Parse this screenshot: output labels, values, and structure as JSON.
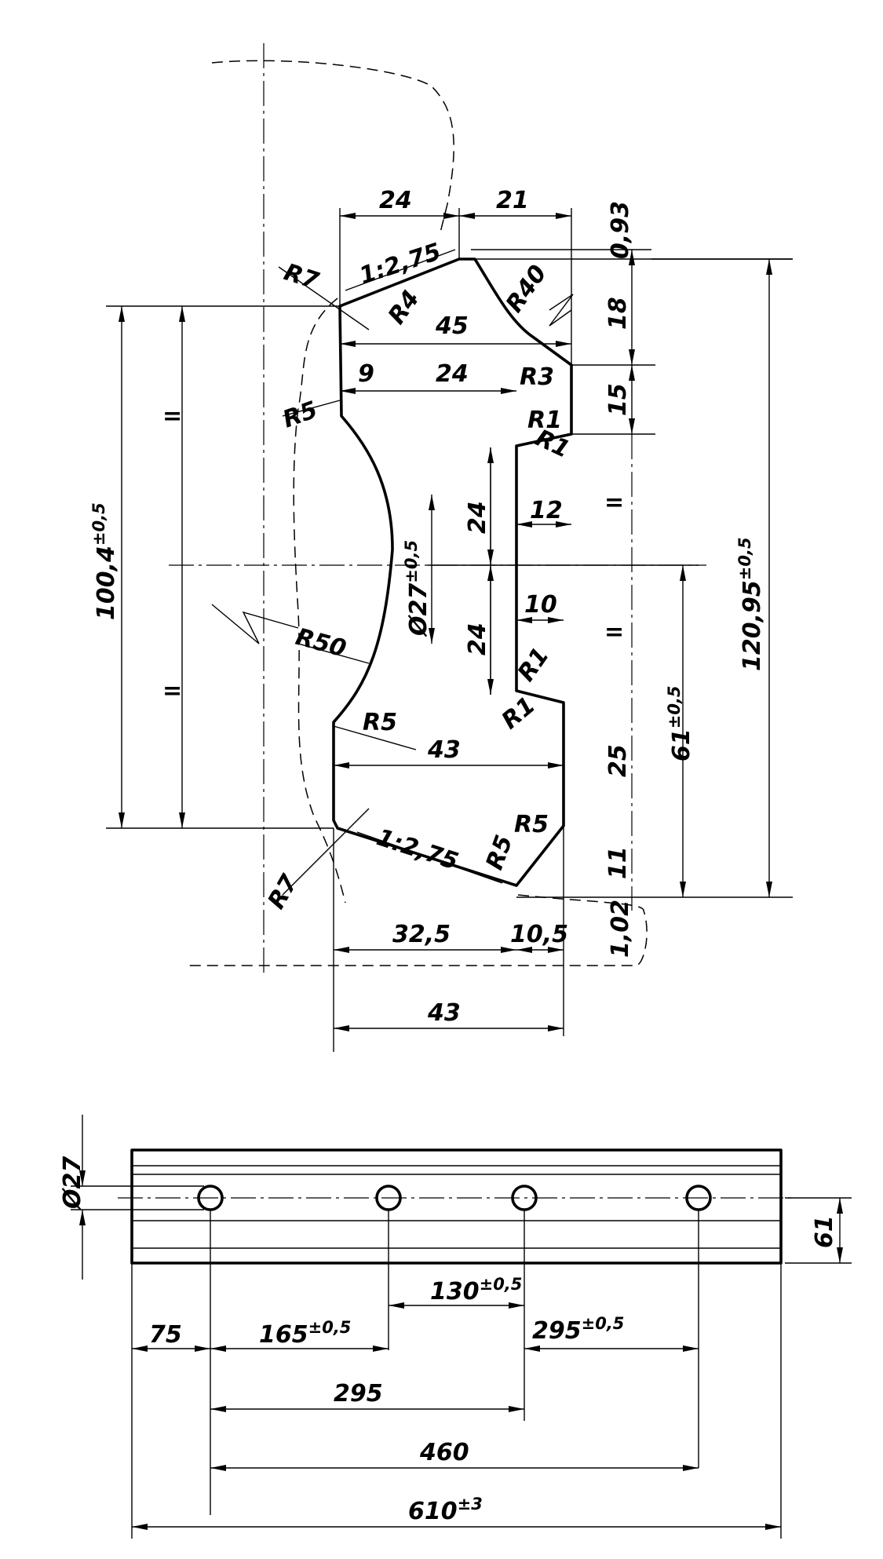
{
  "section": {
    "top": {
      "w1": "24",
      "w2": "21",
      "h_top": "0,93"
    },
    "taper_top": "1:2,75",
    "taper_bottom": "1:2,75",
    "radii": {
      "r7_top": "R7",
      "r4": "R4",
      "r40": "R40",
      "r3": "R3",
      "r1_a": "R1",
      "r1_b": "R1",
      "r5_left": "R5",
      "r50": "R50",
      "r1_c": "R1",
      "r1_d": "R1",
      "r5_mid": "R5",
      "r5_right": "R5",
      "r5_bot": "R5",
      "r7_bot": "R7"
    },
    "widths": {
      "w45": "45",
      "w9": "9",
      "w24": "24",
      "w12": "12",
      "w10": "10",
      "w43_mid": "43",
      "w32_5": "32,5",
      "w10_5": "10,5",
      "w43_bot": "43"
    },
    "heights": {
      "h18": "18",
      "h15": "15",
      "eq_a": "=",
      "eq_b": "=",
      "h25": "25",
      "h11": "11",
      "h1_02": "1,02",
      "h24_a": "24",
      "h24_b": "24"
    },
    "diameter": "Ø27",
    "diameter_tol": "±0,5",
    "overall_height": "120,95",
    "overall_height_tol": "±0,5",
    "hole_height": "61",
    "hole_height_tol": "±0,5",
    "left_height": "100,4",
    "left_height_tol": "±0,5",
    "left_eq_a": "=",
    "left_eq_b": "="
  },
  "plan": {
    "hole_dia": "Ø27",
    "height": "61",
    "d75": "75",
    "d165": "165",
    "d165_tol": "±0,5",
    "d130": "130",
    "d130_tol": "±0,5",
    "d295_right": "295",
    "d295_right_tol": "±0,5",
    "d295": "295",
    "d460": "460",
    "d610": "610",
    "d610_tol": "±3"
  }
}
